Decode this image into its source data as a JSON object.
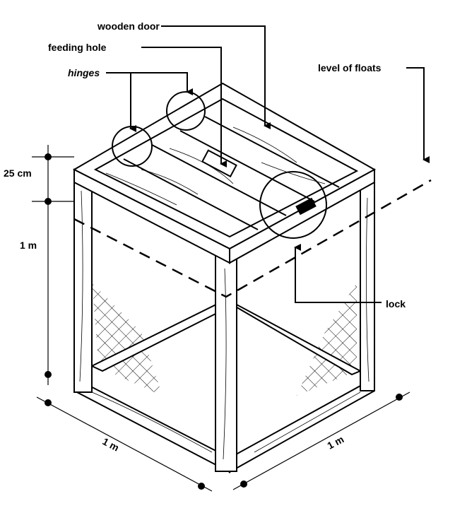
{
  "title": "Floating cage diagram",
  "labels": {
    "wooden_door": "wooden door",
    "feeding_hole": "feeding hole",
    "hinges": "hinges",
    "level_of_floats": "level of floats",
    "lock": "lock",
    "height_top": "25 cm",
    "height_main": "1 m",
    "width_left": "1 m",
    "width_right": "1 m"
  }
}
